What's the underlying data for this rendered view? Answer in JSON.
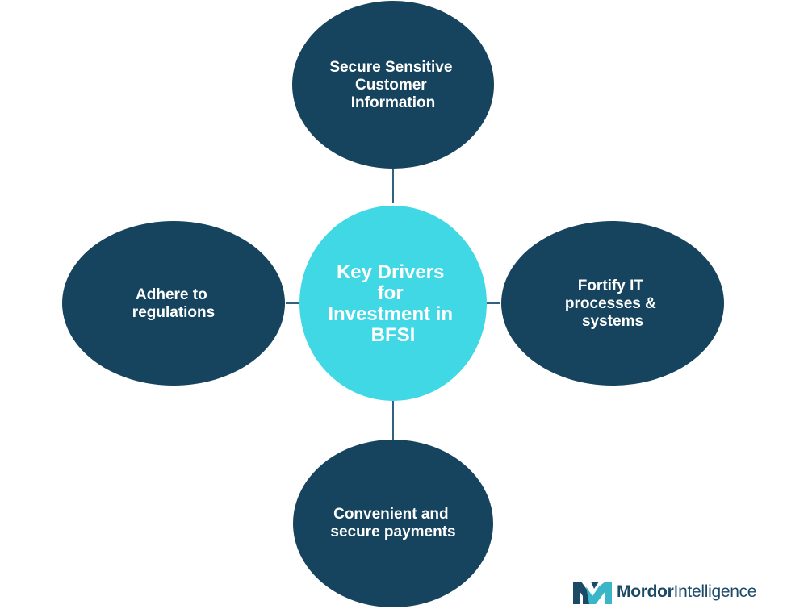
{
  "diagram": {
    "center": {
      "lines": [
        "Key Drivers",
        "for",
        "Investment in",
        "BFSI"
      ]
    },
    "nodes": {
      "top": {
        "lines": [
          "Secure Sensitive",
          "Customer",
          "Information"
        ]
      },
      "right": {
        "lines": [
          "Fortify IT",
          "processes &",
          "systems"
        ]
      },
      "bottom": {
        "lines": [
          "Convenient and",
          "secure payments"
        ]
      },
      "left": {
        "lines": [
          "Adhere to",
          "regulations"
        ]
      }
    }
  },
  "brand": {
    "name_part1": "Mordor",
    "name_part2": "Intelligence"
  },
  "colors": {
    "outer_node": "#16445e",
    "center_node": "#41d8e6",
    "connector": "#2e6280",
    "brand_dark": "#1b4a66",
    "brand_light": "#3bb6c8"
  }
}
